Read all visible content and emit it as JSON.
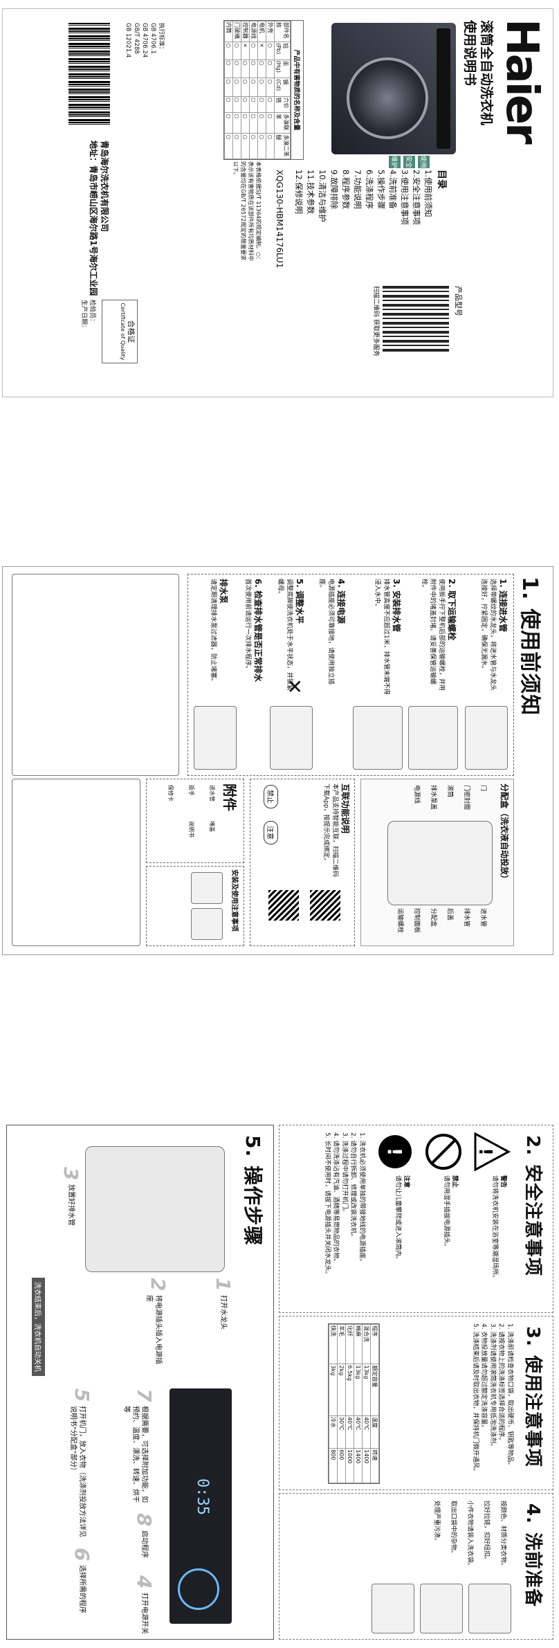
{
  "cover": {
    "brand": "Haier",
    "title_line1": "滚筒全自动洗衣机",
    "title_line2": "使用说明书",
    "toc_title": "目录",
    "toc": [
      "1.使用前须知",
      "2.安全注意事项",
      "3.使用注意事项",
      "4.洗前准备",
      "5.操作步骤",
      "6.洗涤程序",
      "7.功能说明",
      "8.程序参数",
      "9.故障排除",
      "10.清洁与维护",
      "11.技术参数",
      "12.保修说明"
    ],
    "toc_tags": [
      "使用",
      "安全",
      "维护"
    ],
    "model": "XQG130-HBM14176LU1",
    "product_model_label": "产品型号",
    "qr_note": "扫描二维码 获取更多服务",
    "spec_title": "产品中有害物质的名称及含量",
    "spec_headers": [
      "部件名称",
      "铅(Pb)",
      "汞(Hg)",
      "镉(Cd)",
      "六价铬",
      "多溴联苯",
      "多溴二苯醚"
    ],
    "spec_rows": [
      [
        "外壳",
        "○",
        "○",
        "○",
        "○",
        "○",
        "○"
      ],
      [
        "电机",
        "×",
        "○",
        "○",
        "○",
        "○",
        "○"
      ],
      [
        "电源线",
        "○",
        "○",
        "○",
        "○",
        "○",
        "○"
      ],
      [
        "控制器",
        "×",
        "○",
        "○",
        "○",
        "○",
        "○"
      ],
      [
        "门玻璃",
        "○",
        "○",
        "○",
        "○",
        "○",
        "○"
      ],
      [
        "内筒",
        "○",
        "○",
        "○",
        "○",
        "○",
        "○"
      ]
    ],
    "spec_note": "本表格依据SJ/T 11364的规定编制。○：表示该有害物质在该部件所有均质材料中的含量均在GB/T 26572规定的限量要求以下。",
    "standards": [
      "执行标准：",
      "GB 4706.1",
      "GB 4706.24",
      "GB/T 4288",
      "GB 12021.4"
    ],
    "company_name": "青岛海尔洗衣机有限公司",
    "company_addr": "地址：青岛市崂山区海尔路1号海尔工业园",
    "cert_title": "合格证",
    "cert_en": "Certificate of Quality",
    "cert_lines": [
      "检验员：",
      "生产日期："
    ]
  },
  "sec1": {
    "num": "1.",
    "title": "使用前须知",
    "items": [
      {
        "head": "1. 连接进水管",
        "text": "选择带螺纹的水龙头，将进水管与水龙头连接好，拧紧固定，确保无漏水。"
      },
      {
        "head": "2. 取下运输螺栓",
        "text": "使用扳手拧下整机后部的运输螺栓，并用附件中的堵盖封堵。请妥善保管运输螺栓。"
      },
      {
        "head": "3. 安装排水管",
        "text": "排水管高度不应超过1米，排水管末端不得浸入水中。"
      },
      {
        "head": "4. 连接电源",
        "text": "电源插座必须可靠接地，请使用独立插座。"
      },
      {
        "head": "5. 调整水平",
        "text": "调整底脚使洗衣机处于水平状态，并锁紧螺母。"
      },
      {
        "head": "6. 检查排水管是否正常排水",
        "text": "首次使用前请运行一次排水程序。"
      },
      {
        "head": "排水泵",
        "text": "请定期清理排水泵过滤器，防止堵塞。"
      }
    ],
    "parts_title": "分配盒（洗衣液自动投放）",
    "parts": [
      "门",
      "门密封圈",
      "滚筒",
      "排水泵盖",
      "电源线",
      "进水管",
      "排水管",
      "后盖",
      "分配盒",
      "控制面板",
      "运输螺栓"
    ],
    "accessory_title": "附件",
    "accessories": [
      "进水管",
      "堵盖",
      "扳手",
      "说明书",
      "保修卡"
    ],
    "service_title": "互联功能说明",
    "service_text": "本产品支持智能互联，扫描二维码下载App，按提示完成绑定。",
    "child_lock_title": "安装及使用注意事项",
    "note_badges": [
      "禁止",
      "注意"
    ]
  },
  "sec2": {
    "num": "2.",
    "title": "安全注意事项",
    "warn_labels": [
      "警告",
      "禁止",
      "注意"
    ],
    "warn_text": [
      "请勿将洗衣机安装在浴室等潮湿场所。",
      "请勿用湿手插拔电源插头。",
      "请勿让儿童攀爬或进入滚筒内。"
    ],
    "items": [
      "1. 洗衣机必须使用单独的带接地线的电源插座。",
      "2. 请勿自行拆卸、修理或改装洗衣机。",
      "3. 洗涤过程中请勿打开机门。",
      "4. 请勿洗涤沾有汽油、酒精等易燃物品的衣物。",
      "5. 长时间不使用时，请拔下电源插头并关闭水龙头。"
    ]
  },
  "sec3": {
    "num": "3.",
    "title": "使用注意事项",
    "items": [
      "1. 洗涤前请检查衣物口袋，取出硬币、钥匙等物品。",
      "2. 请按衣物上的洗涤标签选择合适的程序。",
      "3. 洗涤剂请使用滚筒洗衣机专用低泡洗涤剂。",
      "4. 衣物投放量请勿超过额定洗涤容量。",
      "5. 洗涤结束后请及时取出衣物，并保持机门微开通风。"
    ],
    "table_headers": [
      "程序",
      "额定容量",
      "温度",
      "转速"
    ],
    "table_rows": [
      [
        "混合洗",
        "13kg",
        "40℃",
        "1400"
      ],
      [
        "棉麻",
        "13kg",
        "40℃",
        "1400"
      ],
      [
        "化纤",
        "6.5kg",
        "40℃",
        "1000"
      ],
      [
        "羊毛",
        "2kg",
        "30℃",
        "600"
      ],
      [
        "快洗",
        "3kg",
        "冷水",
        "800"
      ]
    ]
  },
  "sec4": {
    "num": "4.",
    "title": "洗前准备",
    "items": [
      "按颜色、材质分类衣物。",
      "拉好拉链，扣好纽扣。",
      "小件衣物请装入洗衣袋。",
      "取出口袋中的杂物。",
      "处理严重污渍。"
    ]
  },
  "sec5": {
    "num": "5.",
    "title": "操作步骤",
    "steps": [
      {
        "n": "1",
        "text": "打开水龙头"
      },
      {
        "n": "2",
        "text": "将电源插头插入电源插座"
      },
      {
        "n": "3",
        "text": "放置好排水管"
      },
      {
        "n": "4",
        "text": "打开电源开关"
      },
      {
        "n": "5",
        "text": "打开机门，放入衣物（洗涤剂投放方法详见说明书\"分配盒\"部分）"
      },
      {
        "n": "6",
        "text": "选择所需的程序"
      },
      {
        "n": "7",
        "text": "根据需要，可选择附加功能，如预约、温度、漂洗、转速、烘干等"
      },
      {
        "n": "8",
        "text": "启动程序"
      }
    ],
    "hint": "洗衣结束后，洗衣机自动关机",
    "display_time": "0:35"
  }
}
